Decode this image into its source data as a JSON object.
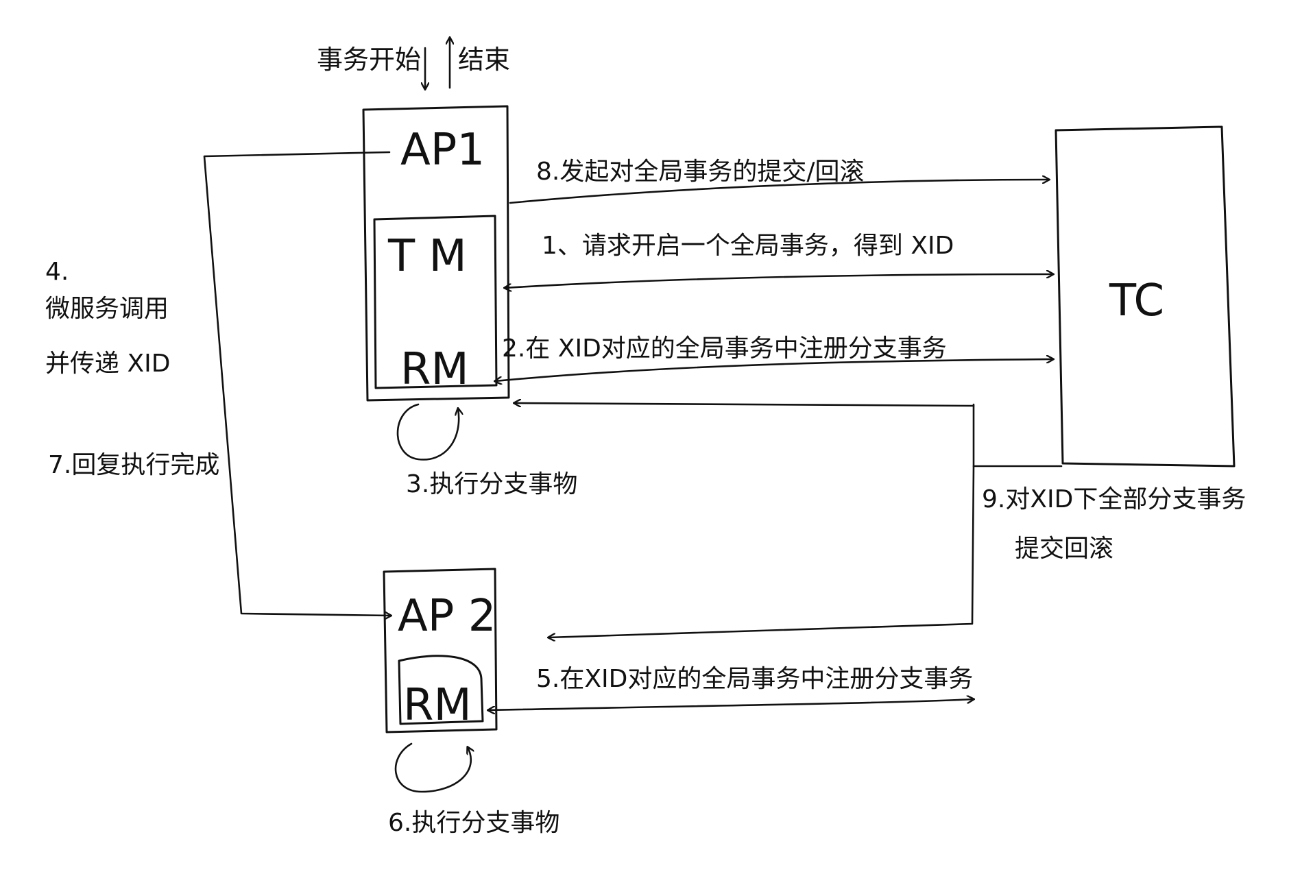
{
  "top": {
    "start_label": "事务开始",
    "end_label": "结束"
  },
  "nodes": {
    "ap1": "AP1",
    "tm": "T M",
    "rm1": "RM",
    "tc": "TC",
    "ap2": "AP 2",
    "rm2": "RM"
  },
  "steps": {
    "s1": "1、请求开启一个全局事务，得到 XID",
    "s2": "2.在 XID对应的全局事务中注册分支事务",
    "s3": "3.执行分支事物",
    "s4_num": "4.",
    "s4_line1": "微服务调用",
    "s4_line2": "并传递 XID",
    "s5": "5.在XID对应的全局事务中注册分支事务",
    "s6": "6.执行分支事物",
    "s7": "7.回复执行完成",
    "s8": "8.发起对全局事务的提交/回滚",
    "s9_line1": "9.对XID下全部分支事务",
    "s9_line2": "提交回滚"
  }
}
